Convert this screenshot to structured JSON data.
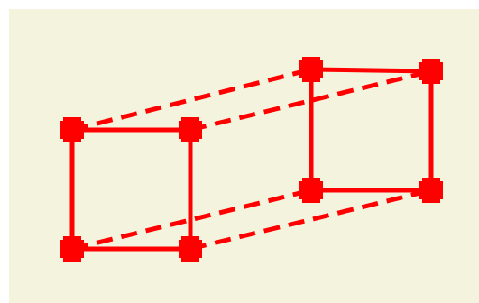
{
  "canvas": {
    "background_color": "#f4f3de",
    "stroke_color": "#ff0000",
    "solid_edges": [
      "front-face",
      "back-face"
    ],
    "dashed_edges": [
      "depth-connectors"
    ]
  },
  "figure": {
    "shape": "wireframe-cuboid",
    "vertex_count": 8,
    "vertex_style": "square-markers"
  }
}
